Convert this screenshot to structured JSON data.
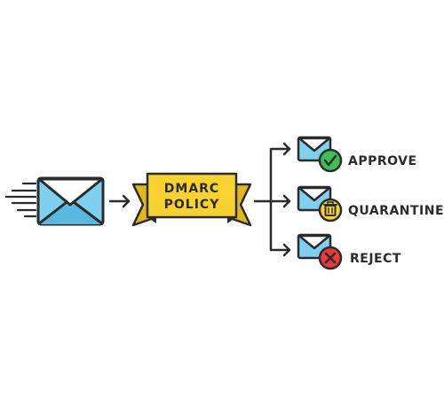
{
  "policy": {
    "line1": "DMARC",
    "line2": "POLICY"
  },
  "outcomes": [
    {
      "label": "APPROVE",
      "icon": "check-icon"
    },
    {
      "label": "QUARANTINE",
      "icon": "trash-icon"
    },
    {
      "label": "REJECT",
      "icon": "x-icon"
    }
  ],
  "colors": {
    "outline": "#2b2b2b",
    "envelope_light": "#7fd0ef",
    "envelope_dark": "#59b8e0",
    "ribbon": "#f7d231",
    "ribbon_dark": "#e0b81c",
    "approve": "#3cbf55",
    "quarantine": "#f7d231",
    "reject": "#e8393b"
  }
}
